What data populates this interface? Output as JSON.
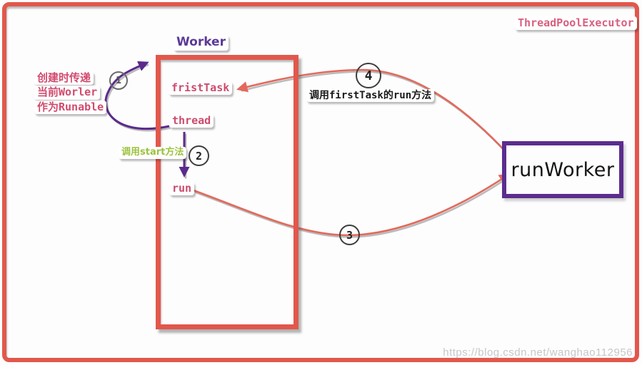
{
  "diagram": {
    "frame_title": "ThreadPoolExecutor",
    "worker_box": {
      "title": "Worker",
      "fields": {
        "first_task": "fristTask",
        "thread": "thread",
        "run": "run"
      }
    },
    "run_worker_box": {
      "label": "runWorker"
    },
    "annotations": {
      "create_note": {
        "lines": [
          "创建时传递",
          "当前Worler",
          "作为Runable"
        ]
      },
      "start_note": "调用start方法",
      "first_task_note": "调用firstTask的run方法"
    },
    "steps": {
      "one": "1",
      "two": "2",
      "three": "3",
      "four": "4"
    },
    "watermark": "https://blog.csdn.net/wanghao112956",
    "colors": {
      "frame_border": "#e2574c",
      "worker_border": "#e2574c",
      "runworker_border": "#5b2d8e",
      "field_text": "#cc4b6e",
      "purple_arrow": "#5b2a8c",
      "salmon_arrow": "#e3695b",
      "green_note": "#9cc23e",
      "watermark_gray": "#c7c7cb"
    }
  }
}
